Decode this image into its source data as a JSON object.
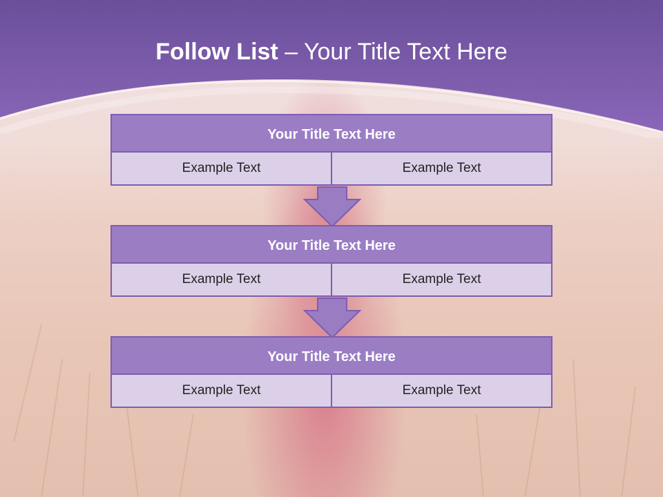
{
  "slide": {
    "title_bold": "Follow List",
    "title_rest": " – Your Title Text Here"
  },
  "blocks": [
    {
      "title": "Your Title Text Here",
      "left": "Example Text",
      "right": "Example Text"
    },
    {
      "title": "Your Title Text Here",
      "left": "Example Text",
      "right": "Example Text"
    },
    {
      "title": "Your Title Text Here",
      "left": "Example Text",
      "right": "Example Text"
    }
  ],
  "colors": {
    "header_purple": "#7d5aa9",
    "title_fill": "#9b7dc4",
    "cell_fill": "#dcd0e8",
    "border": "#7e5cb0",
    "arrow_fill": "#9a7cc3"
  }
}
